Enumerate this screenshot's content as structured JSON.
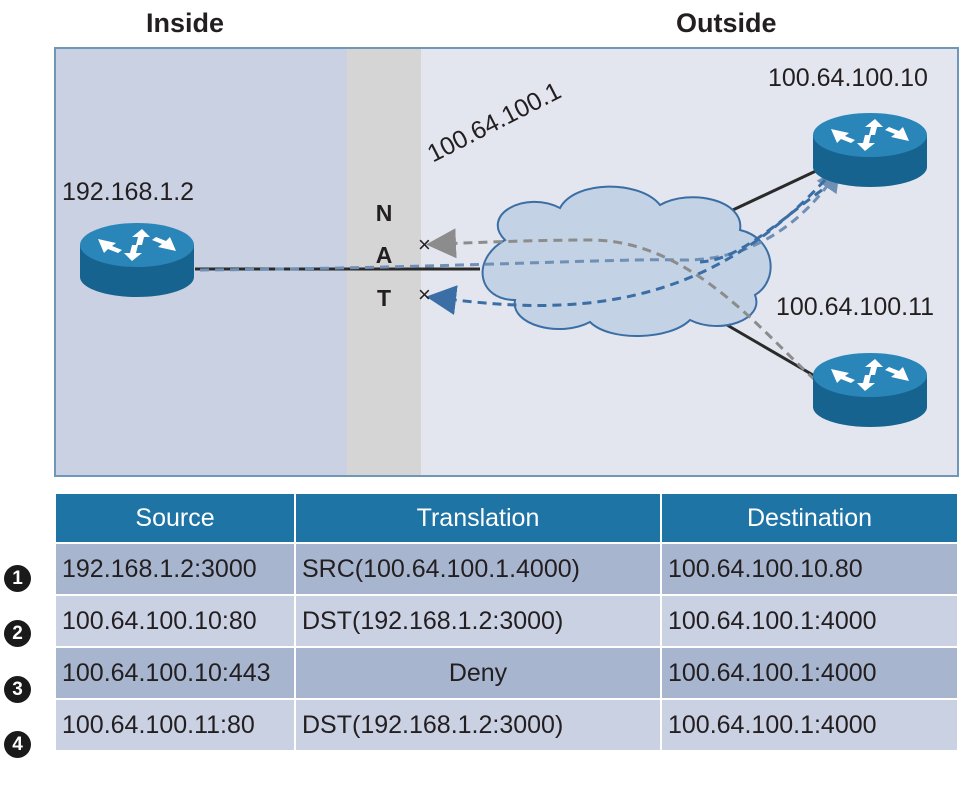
{
  "zones": {
    "inside": "Inside",
    "outside": "Outside"
  },
  "devices": {
    "inside_router": "192.168.1.2",
    "outside_router_a": "100.64.100.10",
    "outside_router_b": "100.64.100.11",
    "nat_address": "100.64.100.1"
  },
  "nat_letters": [
    "N",
    "A",
    "T"
  ],
  "blocked_marks": [
    "×",
    "×"
  ],
  "colors": {
    "router": "#1f74a6",
    "arrow_dashed_blue": "#3a6ea5",
    "arrow_dashed_gray": "#8c8c8c",
    "header": "#1f74a6"
  },
  "table": {
    "headers": [
      "Source",
      "Translation",
      "Destination"
    ],
    "rows": [
      {
        "num": "1",
        "source": "192.168.1.2:3000",
        "translation": "SRC(100.64.100.1.4000)",
        "destination": "100.64.100.10.80"
      },
      {
        "num": "2",
        "source": "100.64.100.10:80",
        "translation": "DST(192.168.1.2:3000)",
        "destination": "100.64.100.1:4000"
      },
      {
        "num": "3",
        "source": "100.64.100.10:443",
        "translation": "Deny",
        "destination": "100.64.100.1:4000"
      },
      {
        "num": "4",
        "source": "100.64.100.11:80",
        "translation": "DST(192.168.1.2:3000)",
        "destination": "100.64.100.1:4000"
      }
    ]
  }
}
